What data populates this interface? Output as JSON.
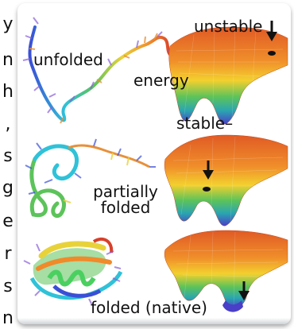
{
  "cutoff_letters": [
    "y",
    "n",
    "h",
    ",",
    "s",
    "g",
    "e",
    "r",
    "s",
    "n"
  ],
  "labels": {
    "unfolded": "unfolded",
    "energy": "energy",
    "unstable": "unstable",
    "stable": "stable–",
    "partially_line1": "partially",
    "partially_line2": "folded",
    "folded_native": "folded (native)"
  },
  "colors": {
    "landscape_top": "#e05a25",
    "landscape_mid": "#f3b22a",
    "landscape_low": "#39b56a",
    "landscape_bottom": "#4a3fc8",
    "marker": "#111111"
  },
  "icons": [
    "down-arrow-icon",
    "ball-marker-icon"
  ]
}
